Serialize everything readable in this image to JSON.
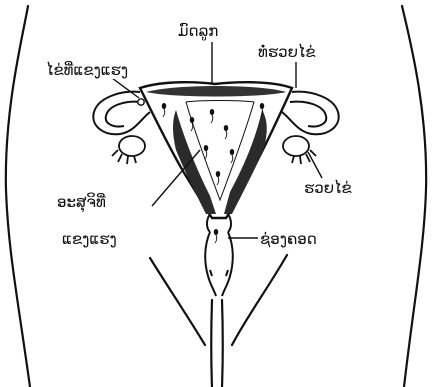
{
  "labels": {
    "uterus": "ມົດລູກ",
    "egg": "ໄຂ່ທີ່ແຂງແຮງ",
    "fallopian_tube": "ທໍ່ຮວຍໄຂ່",
    "ovary": "ຮວຍໄຂ່",
    "sperm_line1": "ອະສຸຈິທີ່",
    "sperm_line2": "ແຂງແຮງ",
    "vagina": "ຊ່ອງຄອດ"
  },
  "colors": {
    "ink": "#111111",
    "paper": "#ffffff",
    "stipple": "#555555"
  }
}
